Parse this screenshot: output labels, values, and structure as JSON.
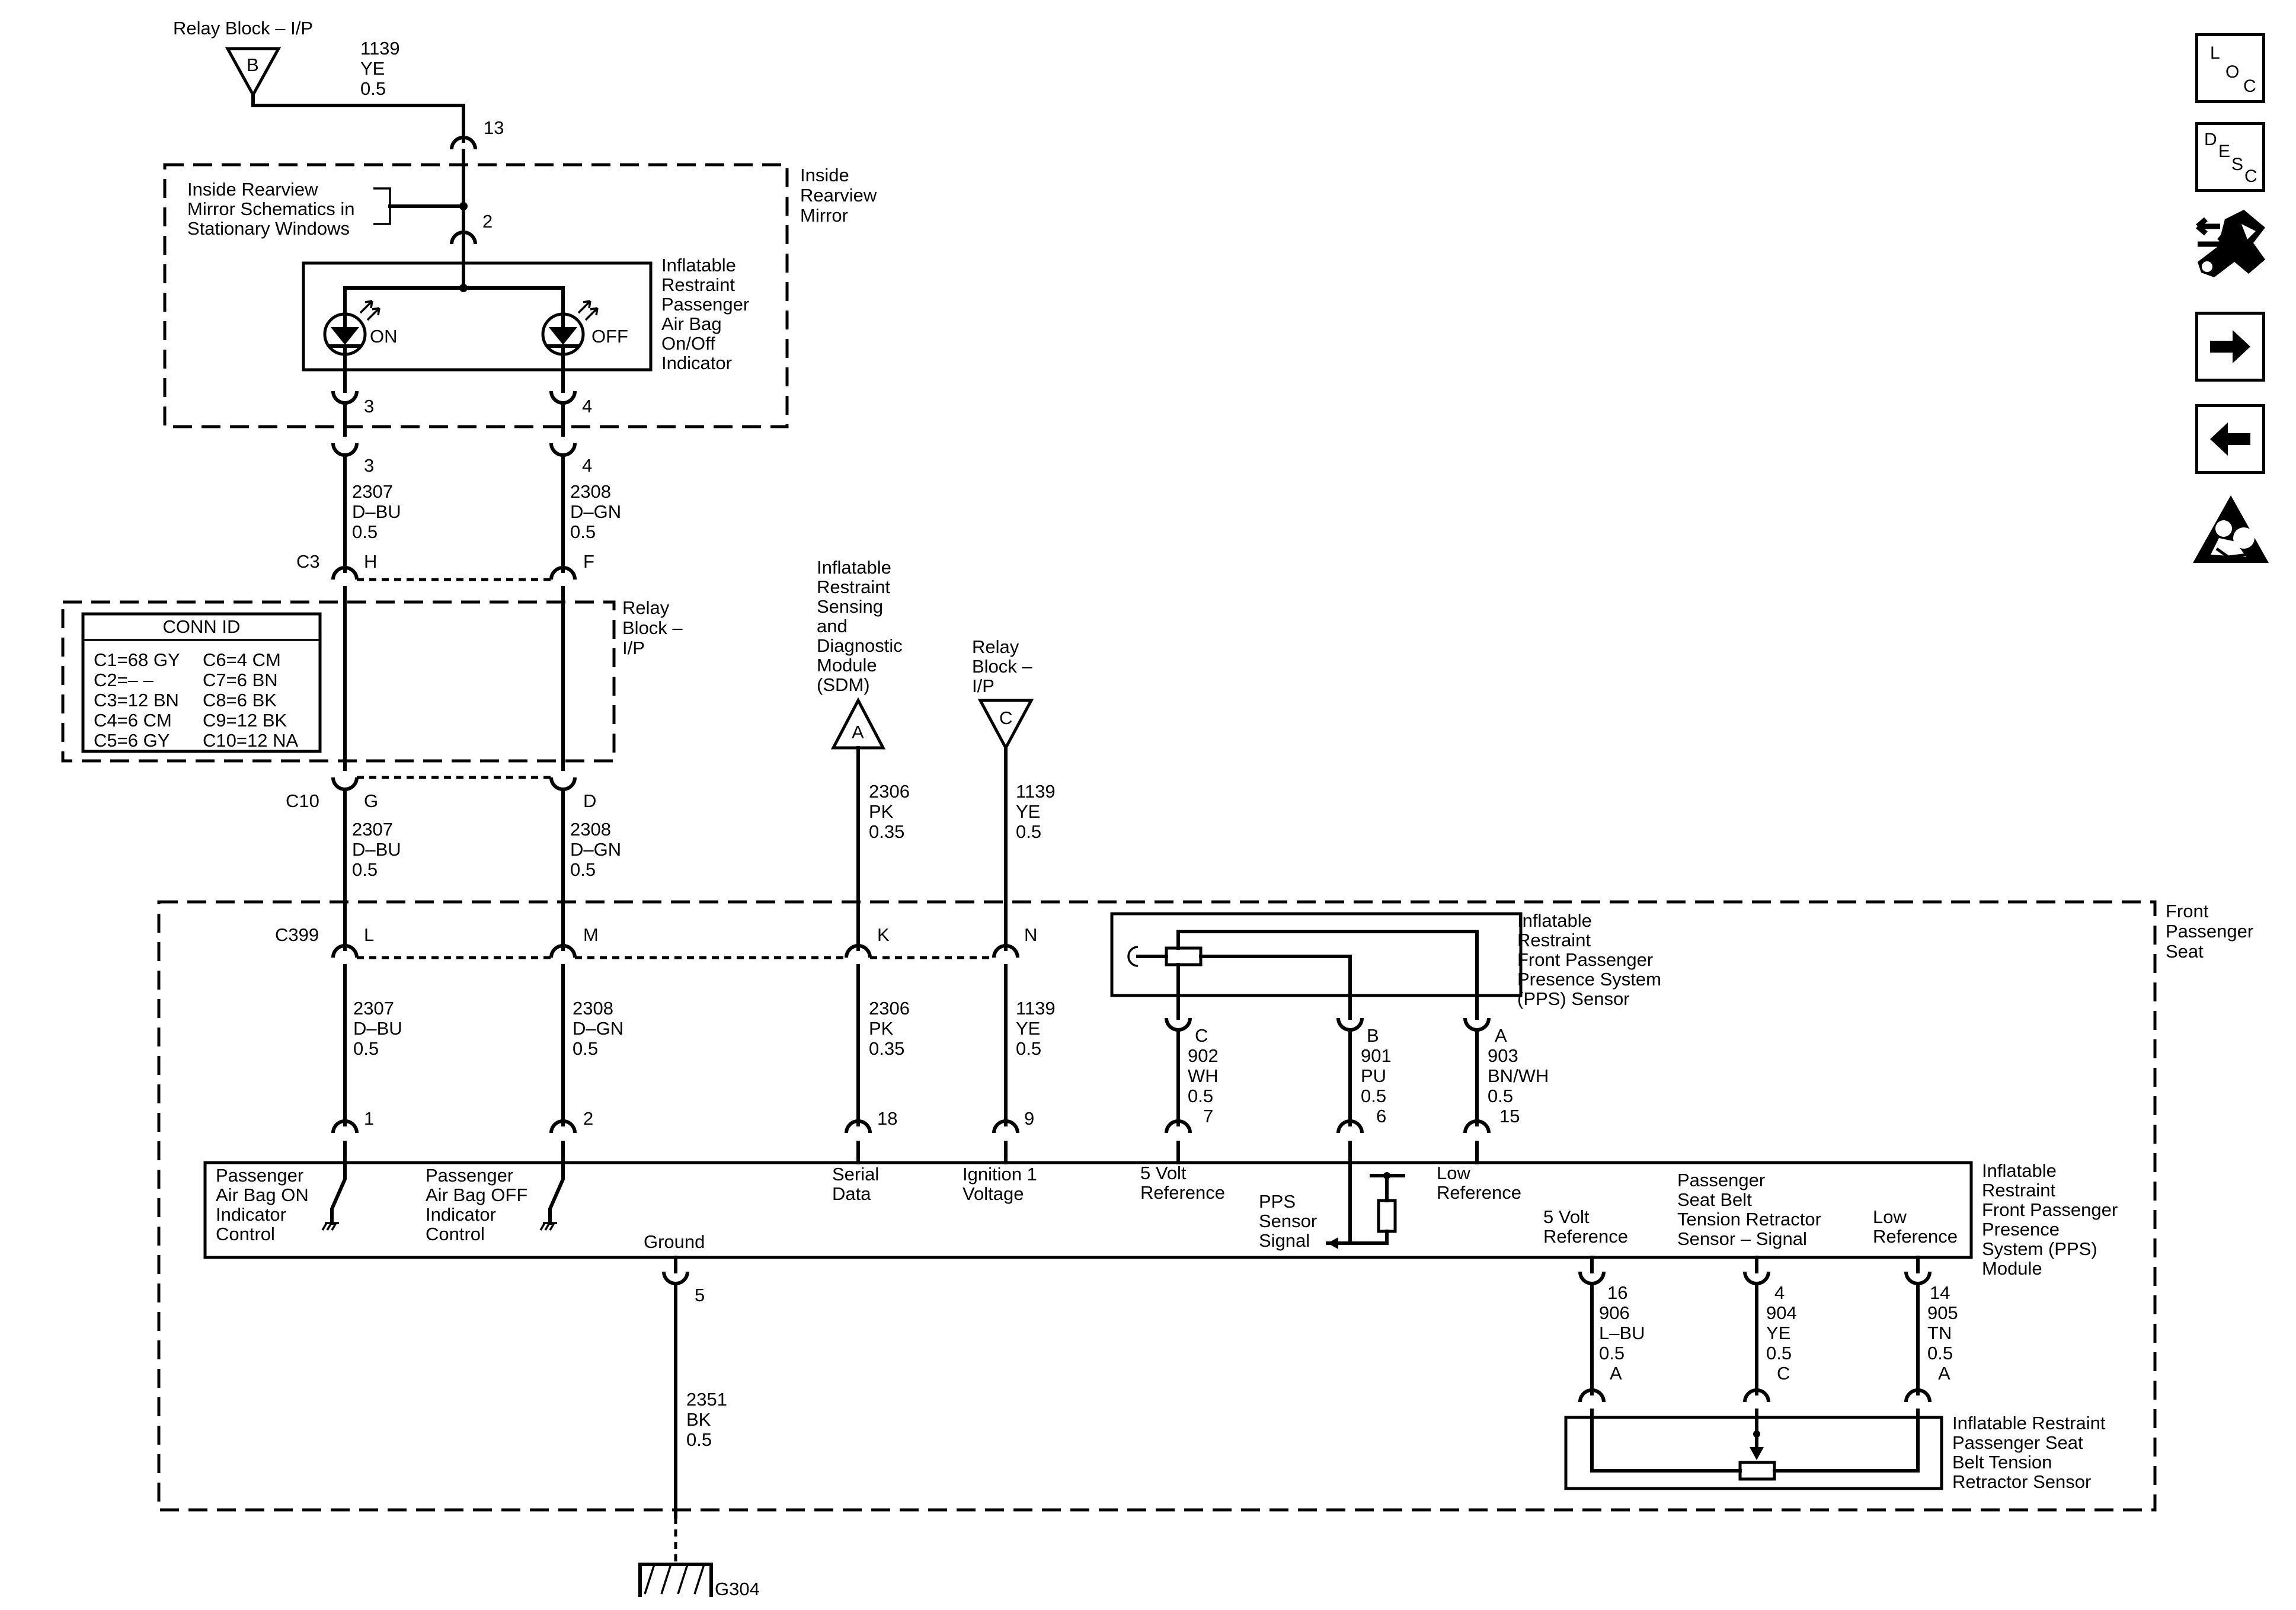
{
  "top": {
    "relay_block_label": "Relay Block – I/P",
    "relay_connector": "B",
    "wire_circuit": "1139",
    "wire_color": "YE",
    "wire_size": "0.5",
    "pin": "13"
  },
  "mirror": {
    "title": [
      "Inside",
      "Rearview",
      "Mirror"
    ],
    "note": [
      "Inside Rearview",
      "Mirror Schematics in",
      "Stationary Windows"
    ],
    "pin_in": "2",
    "indicator_label": [
      "Inflatable",
      "Restraint",
      "Passenger",
      "Air Bag",
      "On/Off",
      "Indicator"
    ],
    "led_on": "ON",
    "led_off": "OFF",
    "out_pin_1": "3",
    "out_pin_2": "4"
  },
  "harness_1": {
    "left": {
      "pin": "3",
      "circuit": "2307",
      "color": "D–BU",
      "size": "0.5"
    },
    "right": {
      "pin": "4",
      "circuit": "2308",
      "color": "D–GN",
      "size": "0.5"
    }
  },
  "relay_block_ip": {
    "label": [
      "Relay",
      "Block –",
      "I/P"
    ],
    "connector_in": "C3",
    "pin_in_left": "H",
    "pin_in_right": "F",
    "connector_out": "C10",
    "pin_out_left": "G",
    "pin_out_right": "D",
    "conn_id_title": "CONN ID",
    "conn_id_rows": [
      [
        "C1=68 GY",
        "C6=4 CM"
      ],
      [
        "C2=– –",
        "C7=6 BN"
      ],
      [
        "C3=12 BN",
        "C8=6 BK"
      ],
      [
        "C4=6 CM",
        "C9=12 BK"
      ],
      [
        "C5=6 GY",
        "C10=12 NA"
      ]
    ]
  },
  "harness_2": {
    "left": {
      "circuit": "2307",
      "color": "D–BU",
      "size": "0.5"
    },
    "right": {
      "circuit": "2308",
      "color": "D–GN",
      "size": "0.5"
    }
  },
  "sdm": {
    "label": [
      "Inflatable",
      "Restraint",
      "Sensing",
      "and",
      "Diagnostic",
      "Module",
      "(SDM)"
    ],
    "connector": "A",
    "circuit": "2306",
    "color": "PK",
    "size": "0.35"
  },
  "relay_c": {
    "label": [
      "Relay",
      "Block –",
      "I/P"
    ],
    "connector": "C",
    "circuit": "1139",
    "color": "YE",
    "size": "0.5"
  },
  "seat": {
    "label": [
      "Front",
      "Passenger",
      "Seat"
    ],
    "connector": "C399",
    "pins": [
      "L",
      "M",
      "K",
      "N"
    ],
    "wires": [
      {
        "circuit": "2307",
        "color": "D–BU",
        "size": "0.5",
        "module_pin": "1"
      },
      {
        "circuit": "2308",
        "color": "D–GN",
        "size": "0.5",
        "module_pin": "2"
      },
      {
        "circuit": "2306",
        "color": "PK",
        "size": "0.35",
        "module_pin": "18"
      },
      {
        "circuit": "1139",
        "color": "YE",
        "size": "0.5",
        "module_pin": "9"
      }
    ]
  },
  "pps_sensor": {
    "label": [
      "Inflatable",
      "Restraint",
      "Front Passenger",
      "Presence System",
      "(PPS) Sensor"
    ],
    "wires": [
      {
        "pin": "C",
        "circuit": "902",
        "color": "WH",
        "size": "0.5",
        "module_pin": "7"
      },
      {
        "pin": "B",
        "circuit": "901",
        "color": "PU",
        "size": "0.5",
        "module_pin": "6"
      },
      {
        "pin": "A",
        "circuit": "903",
        "color": "BN/WH",
        "size": "0.5",
        "module_pin": "15"
      }
    ]
  },
  "module": {
    "label": [
      "Inflatable",
      "Restraint",
      "Front Passenger",
      "Presence",
      "System (PPS)",
      "Module"
    ],
    "on_control": [
      "Passenger",
      "Air Bag ON",
      "Indicator",
      "Control"
    ],
    "off_control": [
      "Passenger",
      "Air Bag OFF",
      "Indicator",
      "Control"
    ],
    "serial_data": [
      "Serial",
      "Data"
    ],
    "ignition": [
      "Ignition 1",
      "Voltage"
    ],
    "ref5v": [
      "5 Volt",
      "Reference"
    ],
    "pps_signal": [
      "PPS",
      "Sensor",
      "Signal"
    ],
    "low_ref": [
      "Low",
      "Reference"
    ],
    "ground": "Ground",
    "ref5v_b": [
      "5 Volt",
      "Reference"
    ],
    "belt_signal": [
      "Passenger",
      "Seat Belt",
      "Tension Retractor",
      "Sensor – Signal"
    ],
    "low_ref_b": [
      "Low",
      "Reference"
    ]
  },
  "ground_wire": {
    "pin": "5",
    "circuit": "2351",
    "color": "BK",
    "size": "0.5",
    "ground_id": "G304"
  },
  "belt_sensor": {
    "label": [
      "Inflatable Restraint",
      "Passenger Seat",
      "Belt Tension",
      "Retractor Sensor"
    ],
    "wires": [
      {
        "module_pin": "16",
        "circuit": "906",
        "color": "L–BU",
        "size": "0.5",
        "pin": "A"
      },
      {
        "module_pin": "4",
        "circuit": "904",
        "color": "YE",
        "size": "0.5",
        "pin": "C"
      },
      {
        "module_pin": "14",
        "circuit": "905",
        "color": "TN",
        "size": "0.5",
        "pin": "A"
      }
    ]
  },
  "nav": {
    "loc": [
      "L",
      "O",
      "C"
    ],
    "desc": [
      "D",
      "E",
      "S",
      "C"
    ]
  }
}
